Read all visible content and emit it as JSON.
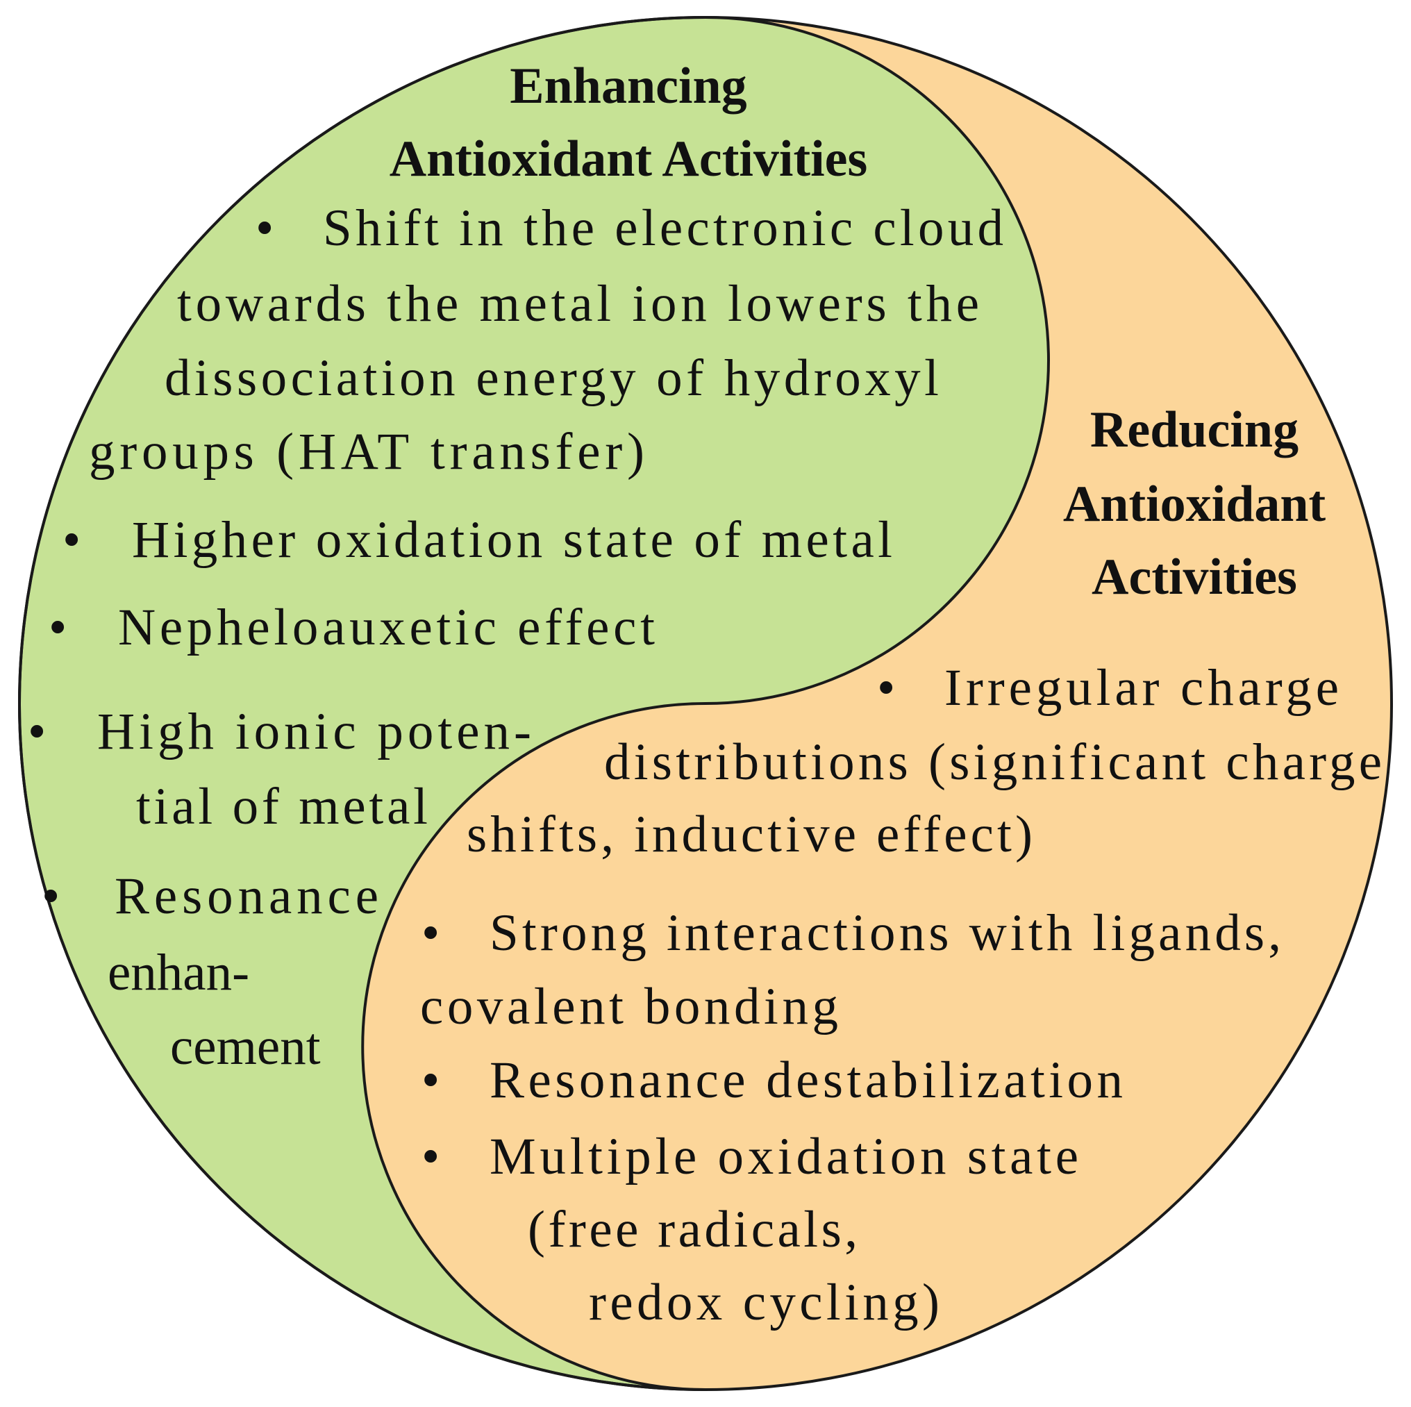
{
  "colors": {
    "enhancing_fill": "#C6E295",
    "reducing_fill": "#FCD69A",
    "outline": "#1A1A1A",
    "text": "#111111"
  },
  "enhancing": {
    "title_line1": "Enhancing",
    "title_line2": "Antioxidant Activities",
    "bullet_symbol": "•",
    "items": [
      {
        "lines": [
          "Shift in the electronic cloud",
          "towards the metal ion lowers the",
          "dissociation energy of hydroxyl",
          "groups (HAT transfer)"
        ]
      },
      {
        "lines": [
          "Higher oxidation state of metal"
        ]
      },
      {
        "lines": [
          "Nepheloauxetic effect"
        ]
      },
      {
        "lines": [
          "High ionic poten-",
          "tial of metal"
        ]
      },
      {
        "lines": [
          "Resonance",
          "enhan-",
          "cement"
        ]
      }
    ]
  },
  "reducing": {
    "title_line1": "Reducing",
    "title_line2": "Antioxidant",
    "title_line3": "Activities",
    "bullet_symbol": "•",
    "items": [
      {
        "lines": [
          "Irregular charge",
          "distributions (significant charge",
          "shifts, inductive effect)"
        ]
      },
      {
        "lines": [
          "Strong interactions with ligands,",
          "covalent bonding"
        ]
      },
      {
        "lines": [
          "Resonance destabilization"
        ]
      },
      {
        "lines": [
          "Multiple oxidation state",
          "(free radicals,",
          "redox cycling)"
        ]
      }
    ]
  }
}
